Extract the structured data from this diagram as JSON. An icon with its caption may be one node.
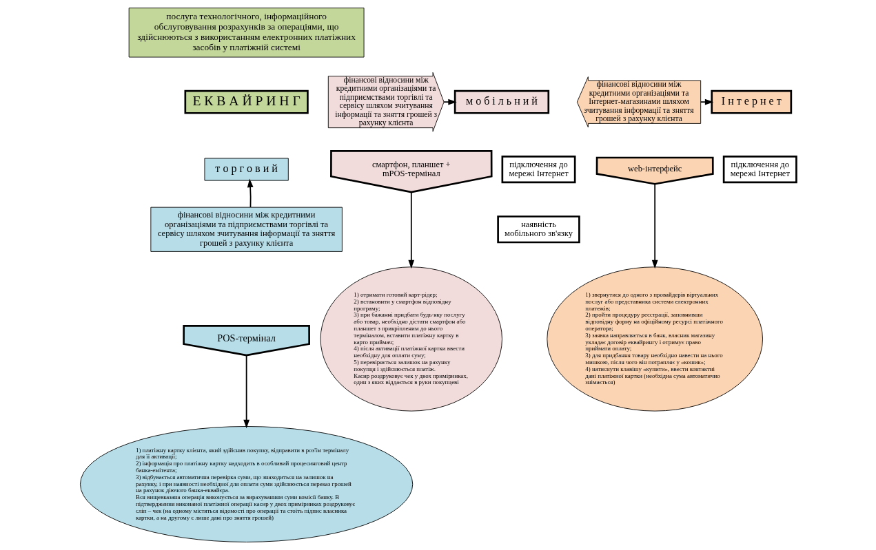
{
  "diagram": {
    "nodes": [
      {
        "text": [
          "Е К В А Й Р И Н Г"
        ]
      },
      {
        "text": [
          "послуга технологічного, інформаційного обслуговування розрахунків за операціями, що здійснюються з використанням електронних платіжних засобів у платіжній системі"
        ]
      },
      {
        "text": [
          "м о б і л ь н и й"
        ]
      },
      {
        "text": [
          "фінансові відносини між кредитними організаціями та підприємствами торгівлі та сервісу шляхом зчитування інформації та зняття грошей з рахунку клієнта"
        ]
      },
      {
        "text": [
          "І н т е р н е т"
        ]
      },
      {
        "text": [
          "фінансові відносини між кредитними організаціями та Інтернет-магазинами шляхом зчитування інформації та зняття грошей з рахунку клієнта"
        ]
      },
      {
        "text": [
          "т о р г о в и й"
        ]
      },
      {
        "text": [
          "фінансові відносини між кредитними організаціями та підприємствами торгівлі та сервісу шляхом зчитування інформації та зняття грошей з рахунку клієнта"
        ]
      },
      {
        "text": [
          "смартфон, планшет + mPOS-термінал"
        ]
      },
      {
        "text": [
          "підключення до мережі Інтернет"
        ]
      },
      {
        "text": [
          "наявність мобільного зв'язку"
        ]
      },
      {
        "text": [
          "1) отримати готовий карт-рідер;",
          "2) встановити у смартфон відповідну програму;",
          "3) при бажанні придбати будь-яку послугу або товар, необхідно дістати смартфон або планшет з прикріпленим до нього терміналом, вставити платіжну картку в карто приймач;",
          "4) після активації платіжної картки ввести необхідну для оплати суму;",
          "5) перевіряється залишок на рахунку покупця і здійснюється платіж.",
          "Касир роздруковує чек у двох примірниках, один з яких віддається в руки покупцеві"
        ]
      },
      {
        "text": [
          "POS-термінал"
        ]
      },
      {
        "text": [
          "1) платіжну картку клієнта, який здійснив покупку, відправити в роз'їм терміналу для її активації;",
          "2) інформація про платіжну картку надходить в особливий процесинговий центр банка-емітента;",
          "3) відбувається автоматична перевірка суми, що знаходиться на залишок на рахунку, і при наявності необхідної для оплати суми здійснюється переказ грошей на рахунок діючого банка-еквайєра.",
          "Вся вищевказана операція виконується за вирахуванням суми комісії банку. В підтвердження виконаної платіжної операції касир у двох примірниках роздруковує сліп – чек (на одному містяться відомості про операції та стоїть підпис власника картки, а на другому є лише дані про зняття грошей)"
        ]
      },
      {
        "text": [
          "web-інтерфейс"
        ]
      },
      {
        "text": [
          "підключення до мережі Інтернет"
        ]
      },
      {
        "text": [
          "1) звернутися до одного з провайдерів віртуальних послуг або представника системи електронних платежів;",
          "2) пройти процедуру реєстрації, заповнивши відповідну форму на офіційному ресурсі платіжного оператора;",
          "3) заявка направляється в банк, власник магазину укладає договір еквайрингу і отримує право приймати оплату;",
          "3) для придбання товару необхідно навести на нього мишкою, після чого він потрапляє у «кошик»;",
          "4) натиснути клавішу «купити», ввести контактні дані платіжної картки (необхідна сума автоматично знімається)"
        ]
      }
    ],
    "edges": [
      {
        "from": 3,
        "to": 2,
        "arrow": "to"
      },
      {
        "from": 5,
        "to": 4,
        "arrow": "to"
      },
      {
        "from": 7,
        "to": 6,
        "arrow": "to"
      },
      {
        "from": 8,
        "to": 11,
        "arrow": "to"
      },
      {
        "from": 12,
        "to": 13,
        "arrow": "to"
      },
      {
        "from": 14,
        "to": 16,
        "arrow": "to"
      }
    ]
  }
}
